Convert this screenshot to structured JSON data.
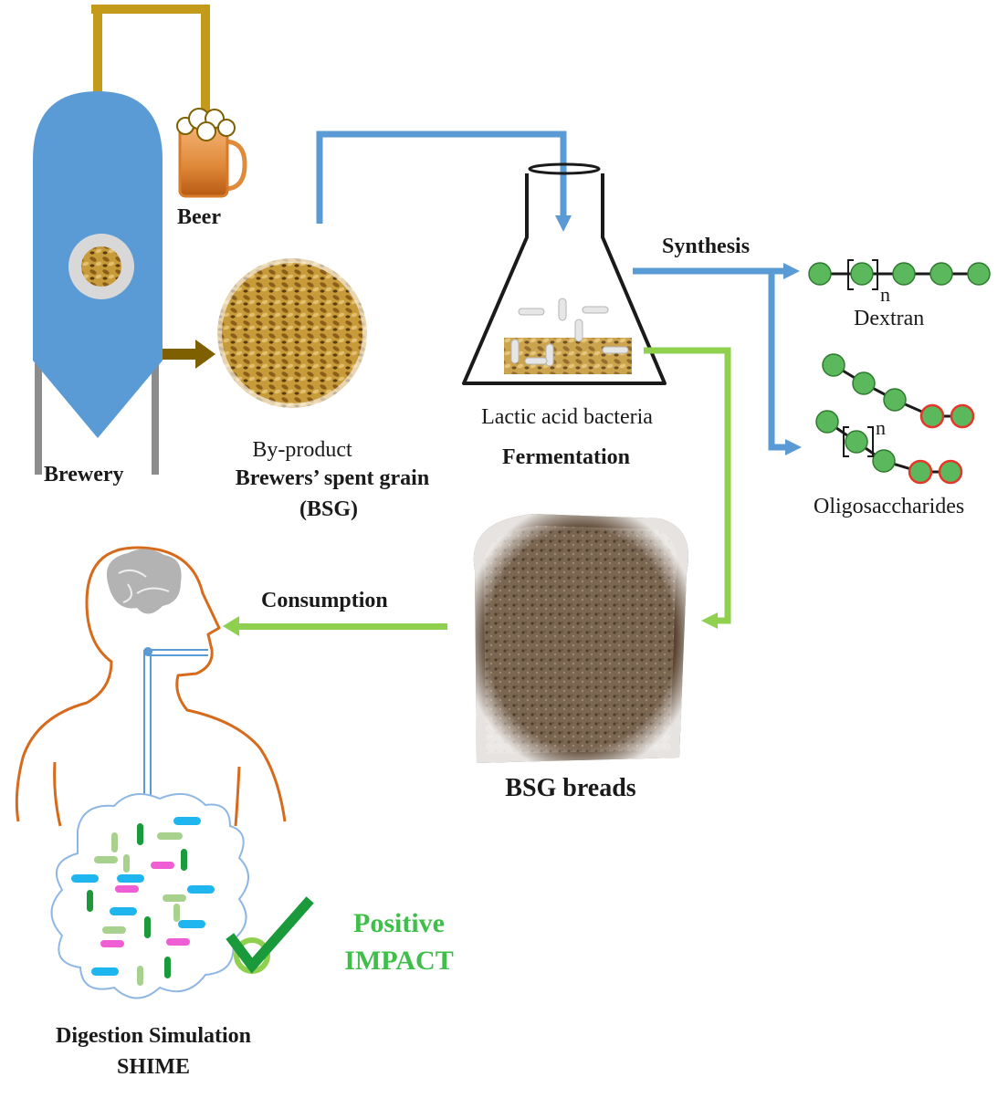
{
  "labels": {
    "beer": "Beer",
    "brewery": "Brewery",
    "byproduct": "By-product",
    "bsg_name": "Brewers’ spent grain",
    "bsg_abbr": "(BSG)",
    "lab": "Lactic acid bacteria",
    "fermentation": "Fermentation",
    "synthesis": "Synthesis",
    "dextran": "Dextran",
    "oligosaccharides": "Oligosaccharides",
    "repeat_n": "n",
    "consumption": "Consumption",
    "bsg_breads": "BSG breads",
    "digestion_line1": "Digestion Simulation",
    "digestion_line2": "SHIME",
    "positive_line1": "Positive",
    "positive_line2": "IMPACT"
  },
  "colors": {
    "tank": "#5b9bd5",
    "beer_pipe": "#c49a1a",
    "blue_arrow": "#5b9bd5",
    "green_arrow": "#8fd14f",
    "brown_arrow": "#7f6000",
    "sugar_unit": "#5cb85c",
    "sugar_terminal_ring": "#e8352a",
    "body_outline": "#d66b1e",
    "positive_text": "#3fbf4a",
    "check": "#2fb34a"
  },
  "icons": {
    "tank": "brewery-tank-icon",
    "beer": "beer-mug-icon",
    "grain": "spent-grain-pile-icon",
    "flask": "erlenmeyer-flask-icon",
    "bread": "bread-slice-icon",
    "human": "human-silhouette-icon",
    "brain": "brain-icon",
    "gut": "gut-microbiota-icon",
    "check": "checkmark-icon"
  }
}
